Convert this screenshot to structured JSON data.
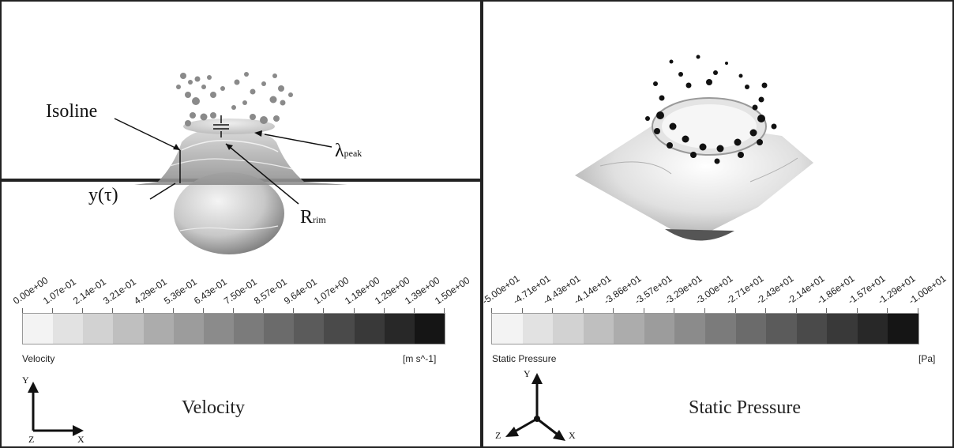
{
  "left": {
    "colorbar": {
      "ticks": [
        "0.00e+00",
        "1.07e-01",
        "2.14e-01",
        "3.21e-01",
        "4.29e-01",
        "5.36e-01",
        "6.43e-01",
        "7.50e-01",
        "8.57e-01",
        "9.64e-01",
        "1.07e+00",
        "1.18e+00",
        "1.29e+00",
        "1.39e+00",
        "1.50e+00"
      ],
      "colors": [
        "#f3f3f3",
        "#e2e2e2",
        "#d2d2d2",
        "#bfbfbf",
        "#acacac",
        "#9c9c9c",
        "#8b8b8b",
        "#7b7b7b",
        "#6b6b6b",
        "#5b5b5b",
        "#4a4a4a",
        "#393939",
        "#282828",
        "#151515"
      ],
      "variable": "Velocity",
      "unit": "[m s^-1]"
    },
    "title": "Velocity",
    "annotations": {
      "isoline": "Isoline",
      "lambda_main": "λ",
      "lambda_sub": "peak",
      "y_tau": "y(τ)",
      "r_main": "R",
      "r_sub": "rim"
    },
    "axes": {
      "y": "Y",
      "x": "X",
      "z": "Z"
    }
  },
  "right": {
    "colorbar": {
      "ticks": [
        "-5.00e+01",
        "-4.71e+01",
        "-4.43e+01",
        "-4.14e+01",
        "-3.86e+01",
        "-3.57e+01",
        "-3.29e+01",
        "-3.00e+01",
        "-2.71e+01",
        "-2.43e+01",
        "-2.14e+01",
        "-1.86e+01",
        "-1.57e+01",
        "-1.29e+01",
        "-1.00e+01"
      ],
      "colors": [
        "#f3f3f3",
        "#e2e2e2",
        "#d2d2d2",
        "#bfbfbf",
        "#acacac",
        "#9c9c9c",
        "#8b8b8b",
        "#7b7b7b",
        "#6b6b6b",
        "#5b5b5b",
        "#4a4a4a",
        "#393939",
        "#282828",
        "#151515"
      ],
      "variable": "Static Pressure",
      "unit": "[Pa]"
    },
    "title": "Static Pressure",
    "axes": {
      "y": "Y",
      "x": "X",
      "z": "Z"
    }
  }
}
